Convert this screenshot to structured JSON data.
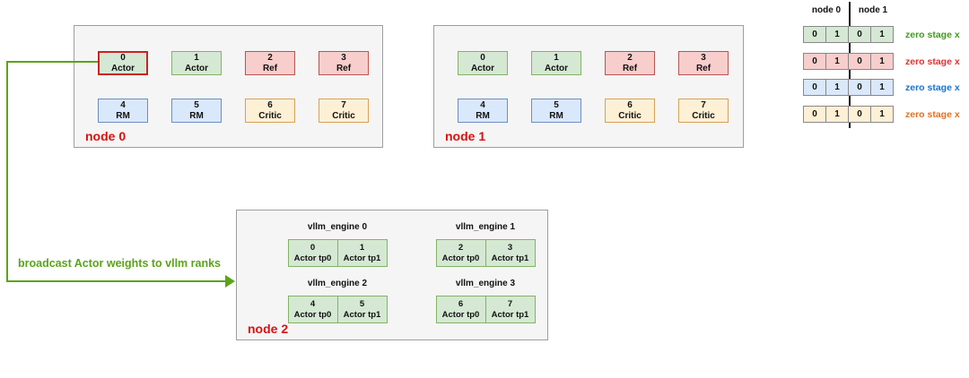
{
  "arrow": {
    "label": "broadcast Actor weights to vllm ranks",
    "color": "#5aa41a"
  },
  "nodes": [
    {
      "label": "node 0",
      "top_cells": [
        {
          "id": "0",
          "role": "Actor",
          "type": "actor",
          "highlighted": true
        },
        {
          "id": "1",
          "role": "Actor",
          "type": "actor"
        },
        {
          "id": "2",
          "role": "Ref",
          "type": "ref"
        },
        {
          "id": "3",
          "role": "Ref",
          "type": "ref"
        }
      ],
      "bottom_cells": [
        {
          "id": "4",
          "role": "RM",
          "type": "rm"
        },
        {
          "id": "5",
          "role": "RM",
          "type": "rm"
        },
        {
          "id": "6",
          "role": "Critic",
          "type": "critic"
        },
        {
          "id": "7",
          "role": "Critic",
          "type": "critic"
        }
      ]
    },
    {
      "label": "node 1",
      "top_cells": [
        {
          "id": "0",
          "role": "Actor",
          "type": "actor"
        },
        {
          "id": "1",
          "role": "Actor",
          "type": "actor"
        },
        {
          "id": "2",
          "role": "Ref",
          "type": "ref"
        },
        {
          "id": "3",
          "role": "Ref",
          "type": "ref"
        }
      ],
      "bottom_cells": [
        {
          "id": "4",
          "role": "RM",
          "type": "rm"
        },
        {
          "id": "5",
          "role": "RM",
          "type": "rm"
        },
        {
          "id": "6",
          "role": "Critic",
          "type": "critic"
        },
        {
          "id": "7",
          "role": "Critic",
          "type": "critic"
        }
      ]
    }
  ],
  "vllm_node": {
    "label": "node 2",
    "engines": [
      {
        "title": "vllm_engine 0",
        "cells": [
          {
            "id": "0",
            "role": "Actor tp0"
          },
          {
            "id": "1",
            "role": "Actor tp1"
          }
        ]
      },
      {
        "title": "vllm_engine 1",
        "cells": [
          {
            "id": "2",
            "role": "Actor tp0"
          },
          {
            "id": "3",
            "role": "Actor tp1"
          }
        ]
      },
      {
        "title": "vllm_engine 2",
        "cells": [
          {
            "id": "4",
            "role": "Actor tp0"
          },
          {
            "id": "5",
            "role": "Actor tp1"
          }
        ]
      },
      {
        "title": "vllm_engine 3",
        "cells": [
          {
            "id": "6",
            "role": "Actor tp0"
          },
          {
            "id": "7",
            "role": "Actor tp1"
          }
        ]
      }
    ]
  },
  "zero_table": {
    "headers": [
      "node 0",
      "node 1"
    ],
    "rows": [
      {
        "type": "actor",
        "values": [
          "0",
          "1",
          "0",
          "1"
        ],
        "label": "zero stage x",
        "label_color": "#3f9c1b"
      },
      {
        "type": "ref",
        "values": [
          "0",
          "1",
          "0",
          "1"
        ],
        "label": "zero stage x",
        "label_color": "#e03131"
      },
      {
        "type": "rm",
        "values": [
          "0",
          "1",
          "0",
          "1"
        ],
        "label": "zero stage x",
        "label_color": "#1a72cf"
      },
      {
        "type": "critic",
        "values": [
          "0",
          "1",
          "0",
          "1"
        ],
        "label": "zero stage x",
        "label_color": "#e2711d"
      }
    ]
  },
  "colors": {
    "actor_fill": "#d5e8d4",
    "actor_border": "#82b366",
    "ref_fill": "#f8cecc",
    "ref_border": "#b85450",
    "rm_fill": "#dae8fc",
    "rm_border": "#6c8ebf",
    "critic_fill": "#fdf0d5",
    "critic_border": "#d6a254",
    "node_label": "#d91111",
    "highlight": "#cc2222",
    "box_bg": "#f5f5f5",
    "box_border": "#9e9e9e",
    "divider": "#141414",
    "green": "#5aa41a"
  }
}
